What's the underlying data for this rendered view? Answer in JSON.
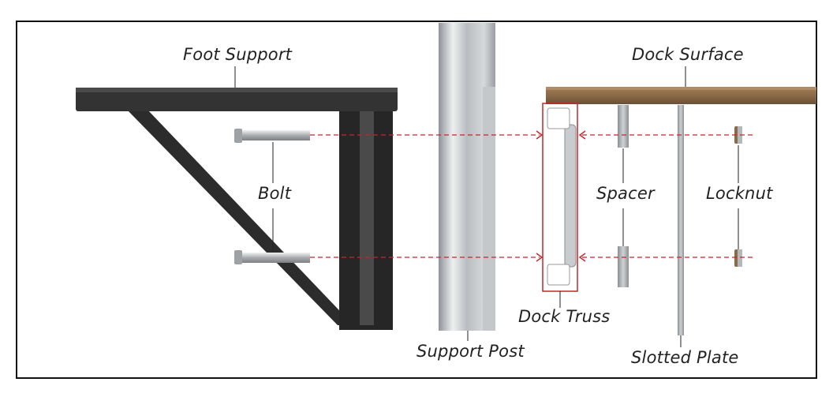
{
  "labels": {
    "foot_support": "Foot Support",
    "dock_surface": "Dock Surface",
    "bolt": "Bolt",
    "spacer": "Spacer",
    "locknut": "Locknut",
    "dock_truss": "Dock Truss",
    "support_post": "Support Post",
    "slotted_plate": "Slotted Plate"
  },
  "colors": {
    "frame_border": "#111111",
    "foot_support": "#2f2f2f",
    "dock_surface": "#8a6a48",
    "guide_line": "#c0282d",
    "truss_highlight": "#c0282d",
    "metal": "#b8bcbf"
  }
}
